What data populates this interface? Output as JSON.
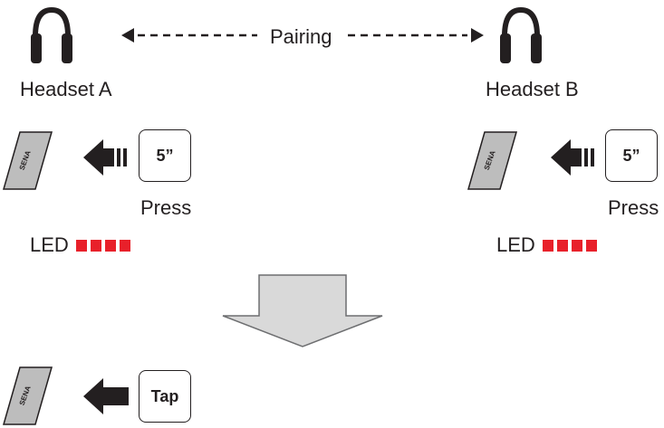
{
  "colors": {
    "ink": "#231f20",
    "led": "#e8202a",
    "device_fill": "#bdbdbd",
    "big_arrow_fill": "#d9d9d9"
  },
  "top": {
    "pairing_label": "Pairing",
    "headset_a_label": "Headset A",
    "headset_b_label": "Headset B"
  },
  "step1": {
    "left": {
      "key_label": "5”",
      "action_label": "Press",
      "led_label": "LED",
      "led_color": "red",
      "led_blinks": 4
    },
    "right": {
      "key_label": "5”",
      "action_label": "Press",
      "led_label": "LED",
      "led_color": "red",
      "led_blinks": 4
    }
  },
  "step2": {
    "key_label": "Tap"
  },
  "device_brand": "SENA",
  "icons": [
    "headphones-icon",
    "sena-device-icon",
    "push-arrow-icon",
    "next-step-arrow-icon"
  ]
}
